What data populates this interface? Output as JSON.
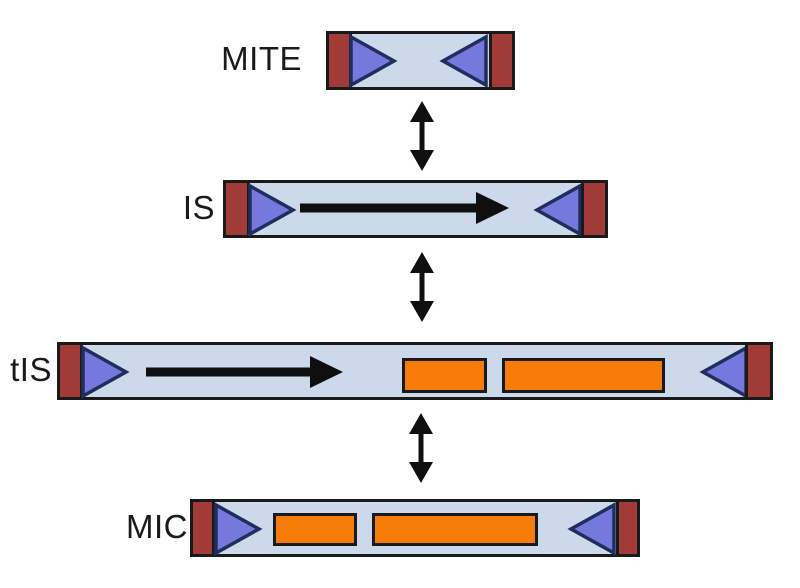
{
  "rows": [
    {
      "label": "MITE"
    },
    {
      "label": "IS"
    },
    {
      "label": "tIS"
    },
    {
      "label": "MIC"
    }
  ],
  "icons": {
    "terminal_cap": "dark-red-end-cap",
    "inverted_repeat": "purple-inward-triangle",
    "transposase_gene": "black-right-arrow",
    "cargo_gene": "orange-box",
    "interconversion": "double-headed-vertical-arrow"
  },
  "colors": {
    "background": "#ffffff",
    "label_text": "#1a1a1a",
    "bar_fill": "#ccd9eb",
    "bar_border": "#1a1a1a",
    "cap_fill": "#a03b38",
    "cap_border": "#1a1a1a",
    "ir_fill": "#7678dd",
    "ir_border": "#1e2f5e",
    "gene_arrow": "#0f0f0f",
    "cargo_fill": "#f87c0a",
    "cargo_border": "#1a1a1a",
    "connector": "#0f0f0f"
  }
}
